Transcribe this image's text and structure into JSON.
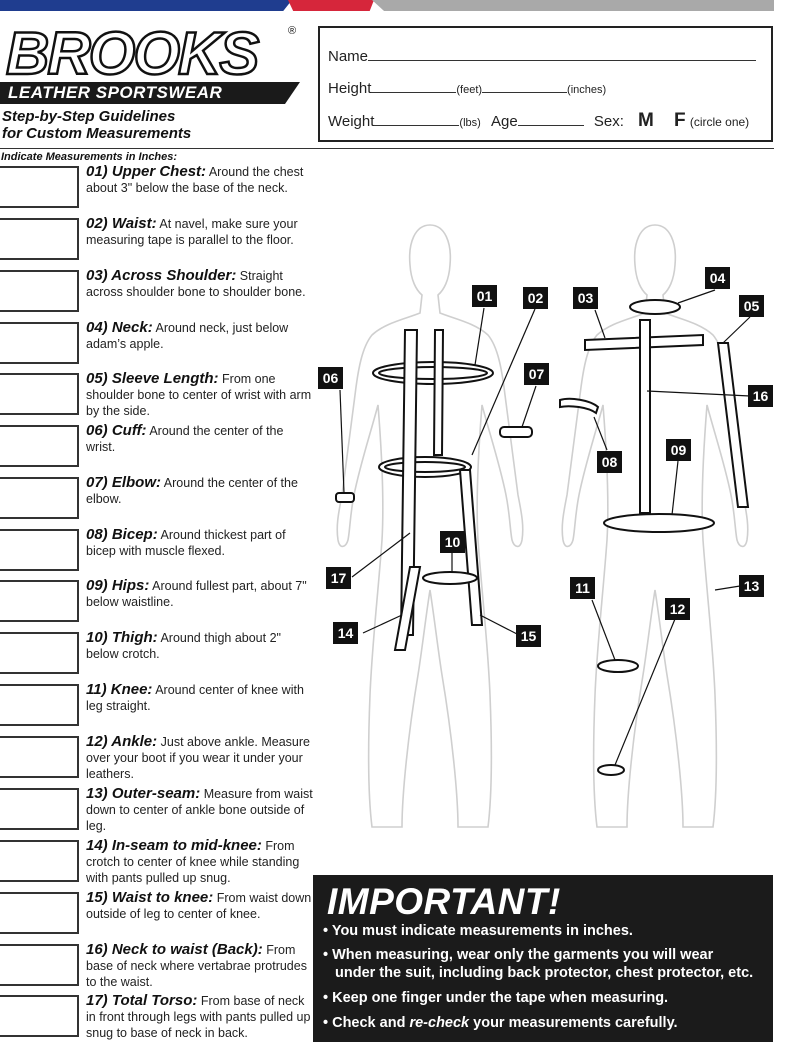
{
  "brand": {
    "logo_text": "BROOKS",
    "registered": "®",
    "tagline": "LEATHER SPORTSWEAR"
  },
  "guide_title": {
    "line1": "Step-by-Step Guidelines",
    "line2": "for Custom Measurements"
  },
  "form": {
    "name_label": "Name",
    "height_label": "Height",
    "feet_label": "(feet)",
    "inches_label": "(inches)",
    "weight_label": "Weight",
    "lbs_label": "(lbs)",
    "age_label": "Age",
    "sex_label": "Sex:",
    "male": "M",
    "female": "F",
    "circle_note": "(circle one)"
  },
  "indicate_label": "Indicate Measurements in Inches:",
  "measurements": [
    {
      "title": "01) Upper Chest:",
      "desc": " Around the chest about 3\" below the base of the neck."
    },
    {
      "title": "02) Waist:",
      "desc": " At navel, make sure your measuring tape is parallel to the floor."
    },
    {
      "title": "03) Across Shoulder:",
      "desc": " Straight across shoulder bone to shoulder bone."
    },
    {
      "title": "04) Neck:",
      "desc": " Around neck, just below adam’s apple."
    },
    {
      "title": "05) Sleeve Length:",
      "desc": " From one shoulder bone to center of wrist with arm by the side."
    },
    {
      "title": "06) Cuff:",
      "desc": " Around the center of the wrist."
    },
    {
      "title": "07) Elbow:",
      "desc": " Around the center of the elbow."
    },
    {
      "title": "08) Bicep:",
      "desc": " Around thickest part of bicep with muscle flexed."
    },
    {
      "title": "09) Hips:",
      "desc": " Around fullest part, about 7\" below waistline."
    },
    {
      "title": "10) Thigh:",
      "desc": " Around thigh about 2\" below crotch."
    },
    {
      "title": "11) Knee:",
      "desc": " Around center of knee with leg straight."
    },
    {
      "title": "12) Ankle:",
      "desc": " Just above ankle. Measure over your boot if you wear it under your leathers."
    },
    {
      "title": "13) Outer-seam:",
      "desc": " Measure from waist down to center of ankle bone outside of leg."
    },
    {
      "title": "14) In-seam to mid-knee:",
      "desc": " From crotch to center of knee while standing with pants pulled up snug."
    },
    {
      "title": "15) Waist to knee:",
      "desc": " From waist down outside of leg to center of knee."
    },
    {
      "title": "16) Neck to waist (Back):",
      "desc": " From base of neck where vertabrae protrudes to the waist."
    },
    {
      "title": "17) Total Torso:",
      "desc": " From base of neck in front through legs with pants pulled up snug to base of neck in back."
    }
  ],
  "figure_labels": [
    "01",
    "02",
    "03",
    "04",
    "05",
    "06",
    "07",
    "08",
    "09",
    "10",
    "11",
    "12",
    "13",
    "14",
    "15",
    "16",
    "17"
  ],
  "important": {
    "title": "IMPORTANT!",
    "bullets": [
      "• You must indicate measurements in inches.",
      "• When measuring, wear only the garments you will wear",
      "under the suit, including back protector, chest protector, etc.",
      "• Keep one finger under the tape when measuring.",
      "• Check and ",
      "re-check",
      " your measurements carefully."
    ]
  },
  "colors": {
    "blue": "#1f3d8f",
    "red": "#d6263b",
    "gray": "#a9a9a9",
    "dark": "#1b1b1b"
  }
}
